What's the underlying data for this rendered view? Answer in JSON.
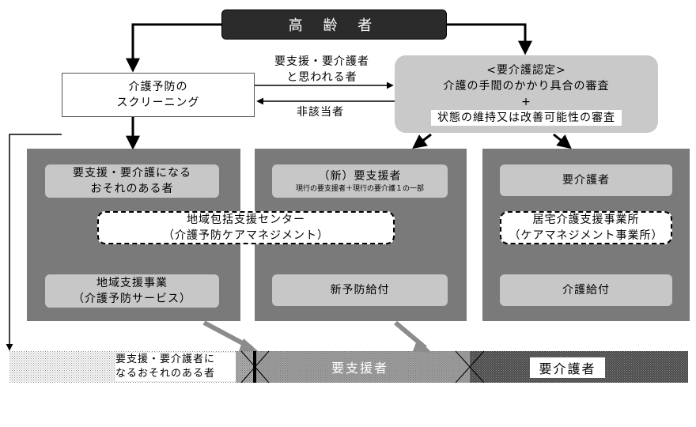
{
  "top": {
    "title": "高 齢 者"
  },
  "screening": {
    "line1": "介護予防の",
    "line2": "スクリーニング"
  },
  "flow_labels": {
    "to_cert_line1": "要支援・要介護者",
    "to_cert_line2": "と思われる者",
    "back": "非該当者"
  },
  "certification": {
    "heading": "<要介護認定>",
    "line1": "介護の手間のかかり具合の審査",
    "plus": "+",
    "line2": "状態の維持又は改善可能性の審査"
  },
  "columns": {
    "left": {
      "target_line1": "要支援・要介護になる",
      "target_line2": "おそれのある者",
      "service_line1": "地域支援事業",
      "service_line2": "（介護予防サービス）"
    },
    "middle": {
      "target_line1": "（新）要支援者",
      "target_note": "現行の要支援者＋現行の要介護１の一部",
      "service": "新予防給付"
    },
    "right": {
      "target": "要介護者",
      "service": "介護給付"
    }
  },
  "centers": {
    "regional_line1": "地域包括支援センター",
    "regional_line2": "（介護予防ケアマネジメント）",
    "home_line1": "居宅介護支援事業所",
    "home_line2": "（ケアマネジメント事業所）"
  },
  "bottom_bar": {
    "risk_line1": "要支援・要介護者に",
    "risk_line2": "なるおそれのある者",
    "support": "要支援者",
    "care": "要介護者"
  }
}
